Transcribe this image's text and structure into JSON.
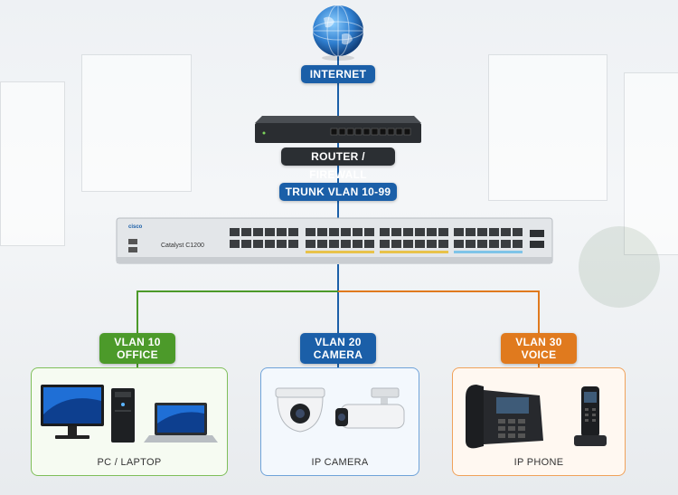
{
  "labels": {
    "internet": "INTERNET",
    "router": "ROUTER / FIREWALL",
    "trunk": "TRUNK VLAN 10-99",
    "switch_brand": "cisco",
    "switch_model": "Catalyst C1200"
  },
  "vlans": [
    {
      "line1": "VLAN 10",
      "line2": "OFFICE",
      "color": "#4c9a2a",
      "device_label": "PC / LAPTOP"
    },
    {
      "line1": "VLAN 20",
      "line2": "CAMERA",
      "color": "#1b5fa8",
      "device_label": "IP CAMERA"
    },
    {
      "line1": "VLAN 30",
      "line2": "VOICE",
      "color": "#e07a1e",
      "device_label": "IP PHONE"
    }
  ],
  "icons": [
    "globe-icon",
    "router-icon",
    "switch-icon",
    "monitor-icon",
    "pc-tower-icon",
    "laptop-icon",
    "dome-camera-icon",
    "bullet-camera-icon",
    "desk-phone-icon",
    "cordless-phone-icon"
  ]
}
